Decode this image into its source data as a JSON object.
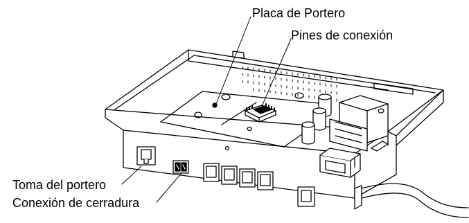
{
  "labels": {
    "placa": "Placa de Portero",
    "pines": "Pines de conexión",
    "toma": "Toma del portero",
    "conexion": "Conexión de cerradura"
  }
}
